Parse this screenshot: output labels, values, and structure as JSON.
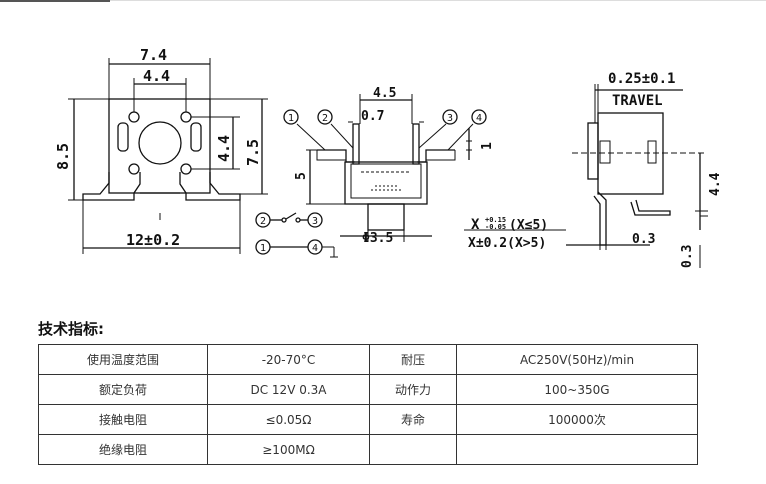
{
  "drawing": {
    "front_view": {
      "dim_top_outer": "7.4",
      "dim_top_inner": "4.4",
      "dim_left_height": "8.5",
      "dim_right_inner": "4.4",
      "dim_right_outer": "7.5",
      "dim_bottom_width": "12±0.2"
    },
    "side_view": {
      "pin_labels": [
        "1",
        "2",
        "3",
        "4"
      ],
      "dim_top": "4.5",
      "dim_pin_width": "0.7",
      "dim_height": "5",
      "dim_right": "1",
      "dim_stem": "Φ3.5",
      "tolerance_line1": "X",
      "tolerance_plus": "+0.15",
      "tolerance_minus": "-0.05",
      "tolerance_cond1": "(X≤5)",
      "tolerance_line2": "X±0.2(X>5)"
    },
    "circuit": {
      "pin2": "2",
      "pin3": "3",
      "pin1": "1",
      "pin4": "4"
    },
    "travel_view": {
      "dim_travel_value": "0.25±0.1",
      "travel_label": "TRAVEL",
      "dim_height": "4.4",
      "dim_offset": "0.3",
      "dim_pin_thickness": "0.3"
    }
  },
  "spec": {
    "heading": "技术指标:",
    "rows": [
      {
        "label1": "使用温度范围",
        "value1": "-20-70°C",
        "label2": "耐压",
        "value2": "AC250V(50Hz)/min"
      },
      {
        "label1": "额定负荷",
        "value1": "DC 12V 0.3A",
        "label2": "动作力",
        "value2": "100~350G"
      },
      {
        "label1": "接触电阻",
        "value1": "≤0.05Ω",
        "label2": "寿命",
        "value2": "100000次"
      },
      {
        "label1": "绝缘电阻",
        "value1": "≥100MΩ",
        "label2": "",
        "value2": ""
      }
    ]
  }
}
